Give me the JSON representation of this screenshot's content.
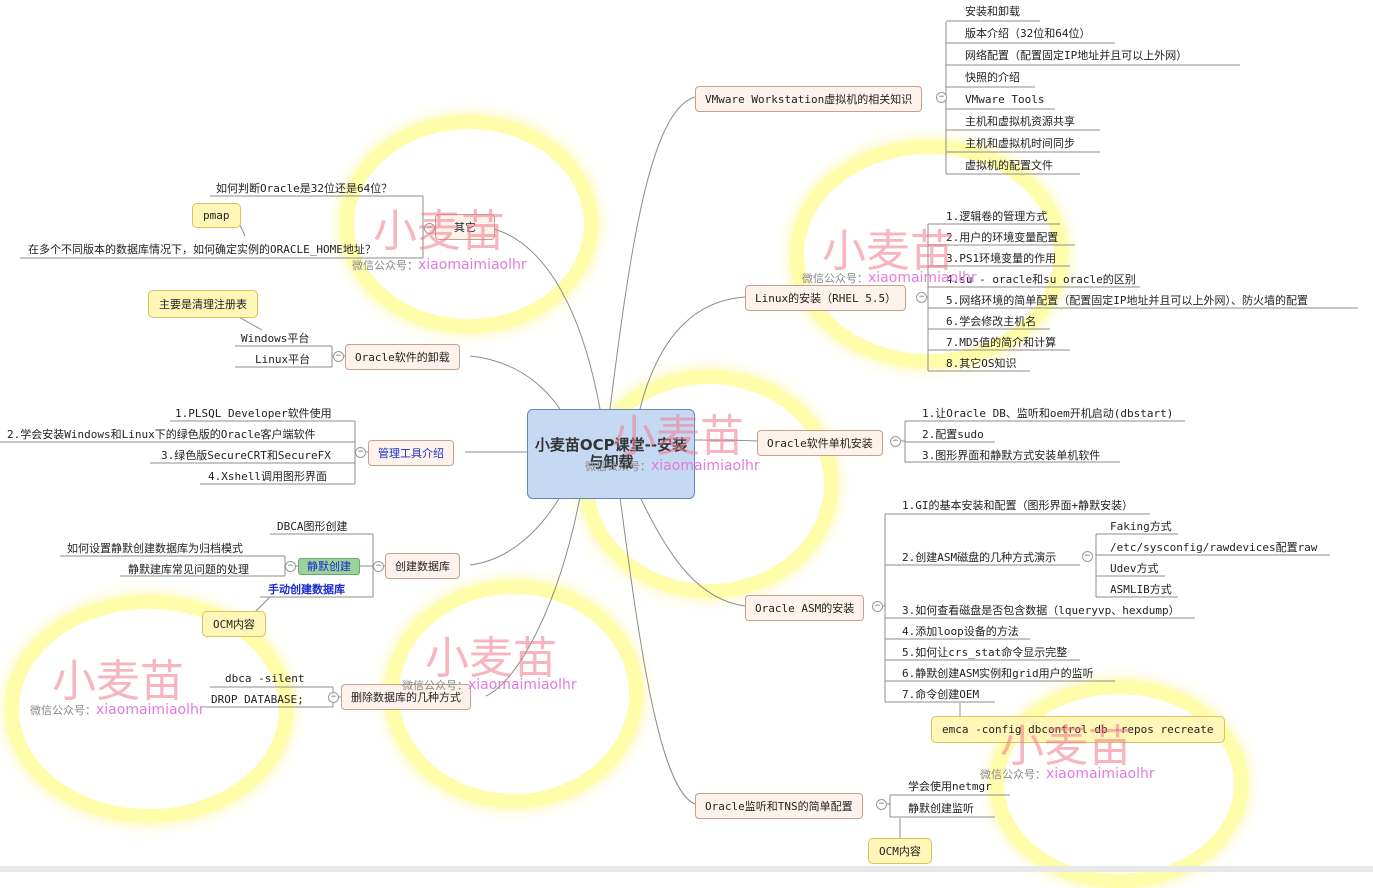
{
  "root": {
    "title": "小麦苗OCP课堂--安装与卸载"
  },
  "watermark": {
    "brand": "小麦苗",
    "label": "微信公众号：",
    "account": "xiaomaimiaolhr"
  },
  "right": {
    "vmware": {
      "title": "VMware Workstation虚拟机的相关知识",
      "items": [
        "安装和卸载",
        "版本介绍（32位和64位）",
        "网络配置（配置固定IP地址并且可以上外网）",
        "快照的介绍",
        "VMware Tools",
        "主机和虚拟机资源共享",
        "主机和虚拟机时间同步",
        "虚拟机的配置文件"
      ]
    },
    "linux": {
      "title": "Linux的安装（RHEL 5.5）",
      "items": [
        "1.逻辑卷的管理方式",
        "2.用户的环境变量配置",
        "3.PS1环境变量的作用",
        "4.su - oracle和su oracle的区别",
        "5.网络环境的简单配置（配置固定IP地址并且可以上外网）、防火墙的配置",
        "6.学会修改主机名",
        "7.MD5值的简介和计算",
        "8.其它OS知识"
      ]
    },
    "single": {
      "title": "Oracle软件单机安装",
      "items": [
        "1.让Oracle DB、监听和oem开机启动(dbstart)",
        "2.配置sudo",
        "3.图形界面和静默方式安装单机软件"
      ]
    },
    "asm": {
      "title": "Oracle ASM的安装",
      "items": [
        "1.GI的基本安装和配置（图形界面+静默安装）",
        "2.创建ASM磁盘的几种方式演示",
        "3.如何查看磁盘是否包含数据（lqueryvp、hexdump）",
        "4.添加loop设备的方法",
        "5.如何让crs_stat命令显示完整",
        "6.静默创建ASM实例和grid用户的监听",
        "7.命令创建OEM"
      ],
      "disk_methods": [
        "Faking方式",
        "/etc/sysconfig/rawdevices配置raw",
        "Udev方式",
        "ASMLIB方式"
      ],
      "oem_command": "emca -config dbcontrol db -repos recreate"
    },
    "listener": {
      "title": "Oracle监听和TNS的简单配置",
      "items": [
        "学会使用netmgr",
        "静默创建监听"
      ],
      "callout": "OCM内容"
    }
  },
  "left": {
    "other": {
      "title": "其它",
      "items": [
        "如何判断Oracle是32位还是64位？",
        "在多个不同版本的数据库情况下，如何确定实例的ORACLE_HOME地址？"
      ],
      "callout": "pmap"
    },
    "uninstall": {
      "title": "Oracle软件的卸载",
      "items": [
        "Windows平台",
        "Linux平台"
      ],
      "callout": "主要是清理注册表"
    },
    "tools": {
      "title": "管理工具介绍",
      "items": [
        "1.PLSQL Developer软件使用",
        "2.学会安装Windows和Linux下的绿色版的Oracle客户端软件",
        "3.绿色版SecureCRT和SecureFX",
        "4.Xshell调用图形界面"
      ]
    },
    "createdb": {
      "title": "创建数据库",
      "dbca": "DBCA图形创建",
      "silent": {
        "label": "静默创建",
        "items": [
          "如何设置静默创建数据库为归档模式",
          "静默建库常见问题的处理"
        ]
      },
      "manual": "手动创建数据库",
      "callout": "OCM内容"
    },
    "dropdb": {
      "title": "删除数据库的几种方式",
      "items": [
        "dbca -silent",
        "DROP DATABASE;"
      ]
    }
  },
  "colors": {
    "root_fill": "#c6d9f3",
    "topic_fill": "#fdf3ec",
    "callout_fill": "#fff6b8",
    "link": "#8c8c8c",
    "watermark": "#f0788c",
    "glow": "#fffa64"
  }
}
